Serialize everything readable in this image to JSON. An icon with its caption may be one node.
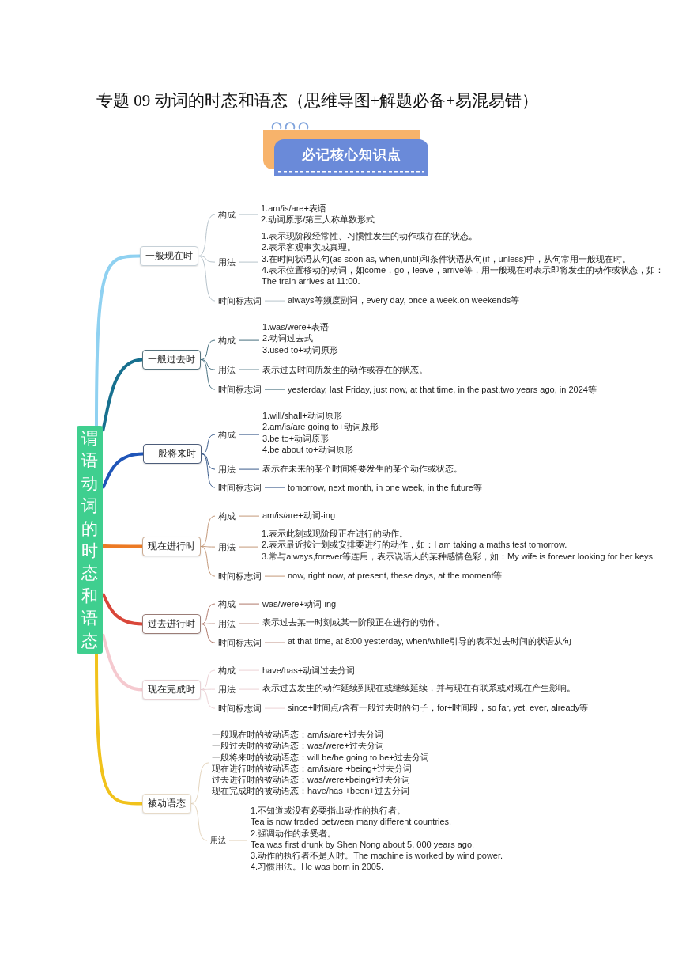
{
  "diagram": {
    "title": "专题 09 动词的时态和语态（思维导图+解题必备+易混易错）",
    "nodes": [
      {
        "text": [
          "必记核心知识点"
        ]
      },
      {
        "text": [
          "谓语动词的时态和语态"
        ]
      },
      {
        "text": [
          "一般现在时"
        ]
      },
      {
        "text": [
          "构成"
        ]
      },
      {
        "text": [
          "1.am/is/are+表语",
          "2.动词原形/第三人称单数形式"
        ]
      },
      {
        "text": [
          "用法"
        ]
      },
      {
        "text": [
          "1.表示现阶段经常性、习惯性发生的动作或存在的状态。",
          "2.表示客观事实或真理。",
          "3.在时间状语从句(as soon as, when,until)和条件状语从句(if，unless)中，从句常用一般现在时。",
          "4.表示位置移动的动词，如come，go，leave，arrive等，用一般现在时表示即将发生的动作或状态，如：The train arrives at 11:00."
        ]
      },
      {
        "text": [
          "时间标志词"
        ]
      },
      {
        "text": [
          "always等频度副词，every day, once a week.on weekends等"
        ]
      },
      {
        "text": [
          "一般过去时"
        ]
      },
      {
        "text": [
          "构成"
        ]
      },
      {
        "text": [
          "1.was/were+表语",
          "2.动词过去式",
          "3.used to+动词原形"
        ]
      },
      {
        "text": [
          "用法"
        ]
      },
      {
        "text": [
          "表示过去时间所发生的动作或存在的状态。"
        ]
      },
      {
        "text": [
          "时间标志词"
        ]
      },
      {
        "text": [
          "yesterday, last Friday, just now, at that time, in the past,two years ago, in 2024等"
        ]
      },
      {
        "text": [
          "一般将来时"
        ]
      },
      {
        "text": [
          "构成"
        ]
      },
      {
        "text": [
          "1.will/shall+动词原形",
          "2.am/is/are going to+动词原形",
          "3.be to+动词原形",
          "4.be about to+动词原形"
        ]
      },
      {
        "text": [
          "用法"
        ]
      },
      {
        "text": [
          "表示在未来的某个时间将要发生的某个动作或状态。"
        ]
      },
      {
        "text": [
          "时间标志词"
        ]
      },
      {
        "text": [
          "tomorrow, next month, in one week, in the future等"
        ]
      },
      {
        "text": [
          "现在进行时"
        ]
      },
      {
        "text": [
          "构成"
        ]
      },
      {
        "text": [
          "am/is/are+动词-ing"
        ]
      },
      {
        "text": [
          "用法"
        ]
      },
      {
        "text": [
          "1.表示此刻或现阶段正在进行的动作。",
          "2.表示最近按计划或安排要进行的动作，如：I am taking a maths test tomorrow.",
          "3.常与always,forever等连用，表示说话人的某种感情色彩，如：My wife is forever looking for her keys."
        ]
      },
      {
        "text": [
          "时间标志词"
        ]
      },
      {
        "text": [
          "now, right now, at present, these days, at the moment等"
        ]
      },
      {
        "text": [
          "过去进行时"
        ]
      },
      {
        "text": [
          "构成"
        ]
      },
      {
        "text": [
          "was/were+动词-ing"
        ]
      },
      {
        "text": [
          "用法"
        ]
      },
      {
        "text": [
          "表示过去某一时刻或某一阶段正在进行的动作。"
        ]
      },
      {
        "text": [
          "时间标志词"
        ]
      },
      {
        "text": [
          "at that time, at 8:00 yesterday, when/while引导的表示过去时间的状语从句"
        ]
      },
      {
        "text": [
          "现在完成时"
        ]
      },
      {
        "text": [
          "构成"
        ]
      },
      {
        "text": [
          "have/has+动词过去分词"
        ]
      },
      {
        "text": [
          "用法"
        ]
      },
      {
        "text": [
          "表示过去发生的动作延续到现在或继续延续，并与现在有联系或对现在产生影响。"
        ]
      },
      {
        "text": [
          "时间标志词"
        ]
      },
      {
        "text": [
          "since+时间点/含有一般过去时的句子，for+时间段，so far, yet, ever, already等"
        ]
      },
      {
        "text": [
          "被动语态"
        ]
      },
      {
        "text": [
          "一般现在时的被动语态：am/is/are+过去分词",
          "一般过去时的被动语态：was/were+过去分词",
          "一般将来时的被动语态：will be/be going to be+过去分词",
          "现在进行时的被动语态：am/is/are +being+过去分词",
          "过去进行时的被动语态：was/were+being+过去分词",
          "现在完成时的被动语态：have/has +been+过去分词"
        ]
      },
      {
        "text": [
          "用法"
        ]
      },
      {
        "text": [
          "1.不知道或没有必要指出动作的执行者。",
          "Tea is now traded between many different countries.",
          "2.强调动作的承受者。",
          "Tea was first drunk by Shen Nong about 5, 000 years ago.",
          "3.动作的执行者不是人时。The machine is worked by wind power.",
          "4.习惯用法。He was born in 2005."
        ]
      }
    ],
    "edges": [
      {
        "from": 1,
        "to": 2,
        "arrow": "none",
        "style": "thick",
        "color": "#8fd1f1"
      },
      {
        "from": 2,
        "to": 3,
        "arrow": "none",
        "color": "#b8c4cc"
      },
      {
        "from": 3,
        "to": 4,
        "arrow": "none",
        "color": "#b8c4cc"
      },
      {
        "from": 2,
        "to": 5,
        "arrow": "none",
        "color": "#b8c4cc"
      },
      {
        "from": 5,
        "to": 6,
        "arrow": "none",
        "color": "#b8c4cc"
      },
      {
        "from": 2,
        "to": 7,
        "arrow": "none",
        "color": "#b8c4cc"
      },
      {
        "from": 7,
        "to": 8,
        "arrow": "none",
        "color": "#b8c4cc"
      },
      {
        "from": 1,
        "to": 9,
        "arrow": "none",
        "style": "thick",
        "color": "#17708f"
      },
      {
        "from": 9,
        "to": 10,
        "arrow": "none",
        "color": "#47707f"
      },
      {
        "from": 10,
        "to": 11,
        "arrow": "none",
        "color": "#47707f"
      },
      {
        "from": 9,
        "to": 12,
        "arrow": "none",
        "color": "#47707f"
      },
      {
        "from": 12,
        "to": 13,
        "arrow": "none",
        "color": "#47707f"
      },
      {
        "from": 9,
        "to": 14,
        "arrow": "none",
        "color": "#47707f"
      },
      {
        "from": 14,
        "to": 15,
        "arrow": "none",
        "color": "#47707f"
      },
      {
        "from": 1,
        "to": 16,
        "arrow": "none",
        "style": "thick",
        "color": "#1f55b8"
      },
      {
        "from": 16,
        "to": 17,
        "arrow": "none",
        "color": "#3b5c8c"
      },
      {
        "from": 17,
        "to": 18,
        "arrow": "none",
        "color": "#3b5c8c"
      },
      {
        "from": 16,
        "to": 19,
        "arrow": "none",
        "color": "#3b5c8c"
      },
      {
        "from": 19,
        "to": 20,
        "arrow": "none",
        "color": "#3b5c8c"
      },
      {
        "from": 16,
        "to": 21,
        "arrow": "none",
        "color": "#3b5c8c"
      },
      {
        "from": 21,
        "to": 22,
        "arrow": "none",
        "color": "#3b5c8c"
      },
      {
        "from": 1,
        "to": 23,
        "arrow": "none",
        "style": "thick",
        "color": "#ec7a24"
      },
      {
        "from": 23,
        "to": 24,
        "arrow": "none",
        "color": "#c4997a"
      },
      {
        "from": 24,
        "to": 25,
        "arrow": "none",
        "color": "#c4997a"
      },
      {
        "from": 23,
        "to": 26,
        "arrow": "none",
        "color": "#c4997a"
      },
      {
        "from": 26,
        "to": 27,
        "arrow": "none",
        "color": "#c4997a"
      },
      {
        "from": 23,
        "to": 28,
        "arrow": "none",
        "color": "#c4997a"
      },
      {
        "from": 28,
        "to": 29,
        "arrow": "none",
        "color": "#c4997a"
      },
      {
        "from": 1,
        "to": 30,
        "arrow": "none",
        "style": "thick",
        "color": "#d9473a"
      },
      {
        "from": 30,
        "to": 31,
        "arrow": "none",
        "color": "#b07a6c"
      },
      {
        "from": 31,
        "to": 32,
        "arrow": "none",
        "color": "#b07a6c"
      },
      {
        "from": 30,
        "to": 33,
        "arrow": "none",
        "color": "#b07a6c"
      },
      {
        "from": 33,
        "to": 34,
        "arrow": "none",
        "color": "#b07a6c"
      },
      {
        "from": 30,
        "to": 35,
        "arrow": "none",
        "color": "#b07a6c"
      },
      {
        "from": 35,
        "to": 36,
        "arrow": "none",
        "color": "#b07a6c"
      },
      {
        "from": 1,
        "to": 37,
        "arrow": "none",
        "style": "thick",
        "color": "#f5c9cf"
      },
      {
        "from": 37,
        "to": 38,
        "arrow": "none",
        "color": "#ecd2d6"
      },
      {
        "from": 38,
        "to": 39,
        "arrow": "none",
        "color": "#ecd2d6"
      },
      {
        "from": 37,
        "to": 40,
        "arrow": "none",
        "color": "#ecd2d6"
      },
      {
        "from": 40,
        "to": 41,
        "arrow": "none",
        "color": "#ecd2d6"
      },
      {
        "from": 37,
        "to": 42,
        "arrow": "none",
        "color": "#ecd2d6"
      },
      {
        "from": 42,
        "to": 43,
        "arrow": "none",
        "color": "#ecd2d6"
      },
      {
        "from": 1,
        "to": 44,
        "arrow": "none",
        "style": "thick",
        "color": "#f1c21b"
      },
      {
        "from": 44,
        "to": 45,
        "arrow": "none",
        "color": "#e5d6bf"
      },
      {
        "from": 44,
        "to": 46,
        "arrow": "none",
        "color": "#e5d6bf"
      },
      {
        "from": 46,
        "to": 47,
        "arrow": "none",
        "color": "#e5d6bf"
      }
    ]
  }
}
